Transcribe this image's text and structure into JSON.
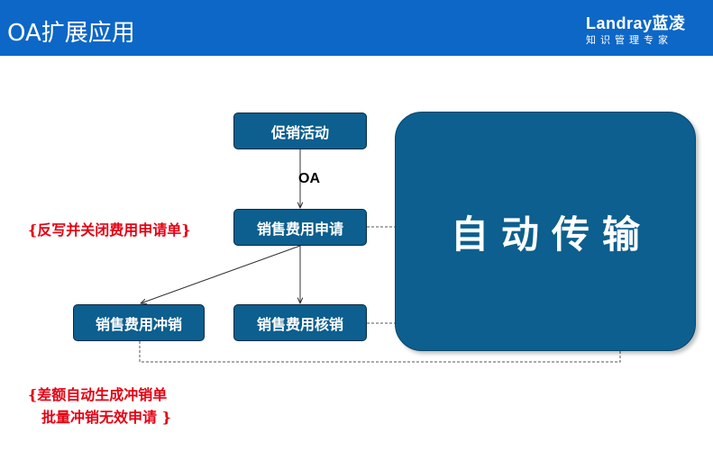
{
  "header": {
    "title": "OA扩展应用",
    "brand": "Landray蓝凌",
    "tagline": "知识管理专家"
  },
  "diagram": {
    "nodes": {
      "promo": "促销活动",
      "apply": "销售费用申请",
      "reverse": "销售费用冲销",
      "verify": "销售费用核销"
    },
    "edge_label": "OA",
    "system_label": "自动传输",
    "notes": {
      "apply_note": "{反写并关闭费用申请单}",
      "reverse_note_line1": "{差额自动生成冲销单",
      "reverse_note_line2": "批量冲销无效申请 }"
    }
  },
  "colors": {
    "header": "#0d67c6",
    "node_fill": "#0c5f8e",
    "note_text": "#e60012"
  }
}
